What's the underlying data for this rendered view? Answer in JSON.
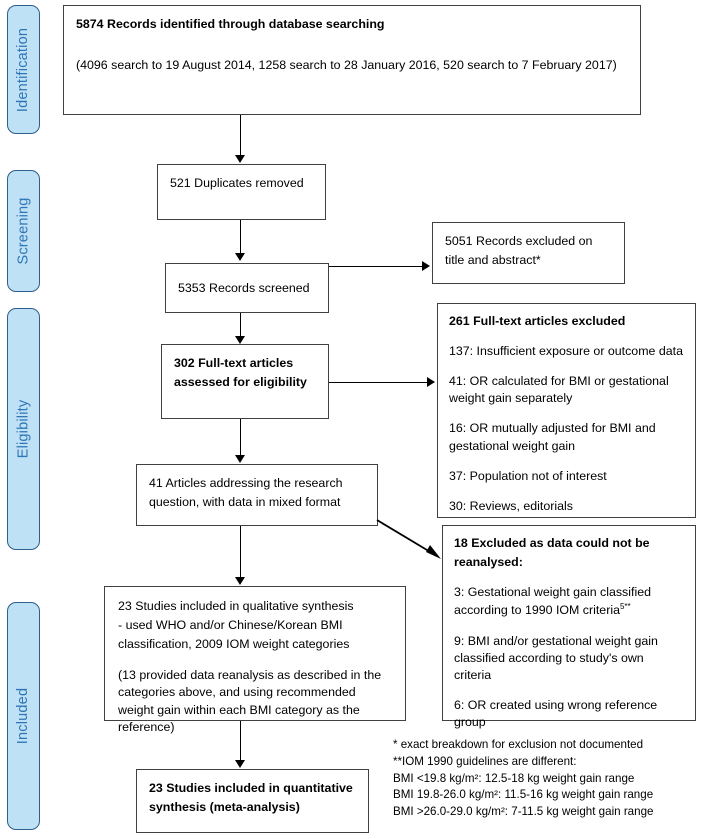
{
  "diagram": {
    "title": "PRISMA study selection flow diagram",
    "phases": [
      {
        "id": "identification",
        "label": "Identification"
      },
      {
        "id": "screening",
        "label": "Screening"
      },
      {
        "id": "eligibility",
        "label": "Eligibility"
      },
      {
        "id": "included",
        "label": "Included"
      }
    ],
    "boxes": {
      "identified": {
        "heading": "5874 Records identified through database searching",
        "detail": "(4096 search to 19 August 2014, 1258 search to 28 January 2016, 520 search to 7 February 2017)"
      },
      "duplicates": {
        "text": "521 Duplicates removed"
      },
      "screened": {
        "text": "5353 Records screened"
      },
      "excluded_title_abstract": {
        "line1": "5051 Records excluded on",
        "line2": "title and abstract*"
      },
      "fulltext_assessed": {
        "line1": "302 Full-text articles",
        "line2": "assessed for eligibility"
      },
      "fulltext_excluded": {
        "heading": "261 Full-text articles excluded",
        "reasons": [
          "137: Insufficient exposure or outcome data",
          "41: OR calculated for BMI or gestational weight gain separately",
          "16: OR mutually adjusted for BMI and gestational weight gain",
          "37: Population not of interest",
          "30: Reviews, editorials"
        ]
      },
      "articles_addressing": {
        "line1": "41 Articles addressing the research",
        "line2": "question, with data in mixed format"
      },
      "excluded_not_reanalysed": {
        "heading_line1": "18 Excluded as data could not be",
        "heading_line2": "reanalysed:",
        "reasons": [
          "3: Gestational weight gain classified according to 1990 IOM criteria",
          "9: BMI and/or gestational weight gain classified according to study's own criteria",
          "6: OR created using wrong reference group"
        ],
        "reason_1_superscript": "5**"
      },
      "qualitative": {
        "line1": "23 Studies included in qualitative synthesis",
        "line2": "- used WHO and/or Chinese/Korean BMI",
        "line3": "classification, 2009 IOM weight categories",
        "note": "(13 provided data reanalysis as described in the categories above, and using recommended weight gain within each BMI category as the reference)"
      },
      "quantitative": {
        "line1": "23 Studies included in quantitative",
        "line2": "synthesis (meta-analysis)"
      }
    },
    "footnotes": [
      "* exact breakdown for exclusion not documented",
      "**IOM 1990 guidelines are different:",
      "BMI <19.8 kg/m²: 12.5-18 kg weight gain range",
      "BMI 19.8-26.0 kg/m²: 11.5-16 kg weight gain range",
      "BMI >26.0-29.0 kg/m²: 7-11.5 kg weight gain range"
    ],
    "colors": {
      "phase_fill": "#bfe1f6",
      "phase_border": "#2e5f8a",
      "phase_text": "#2e75b6",
      "box_border": "#404040",
      "connector": "#000000"
    }
  }
}
